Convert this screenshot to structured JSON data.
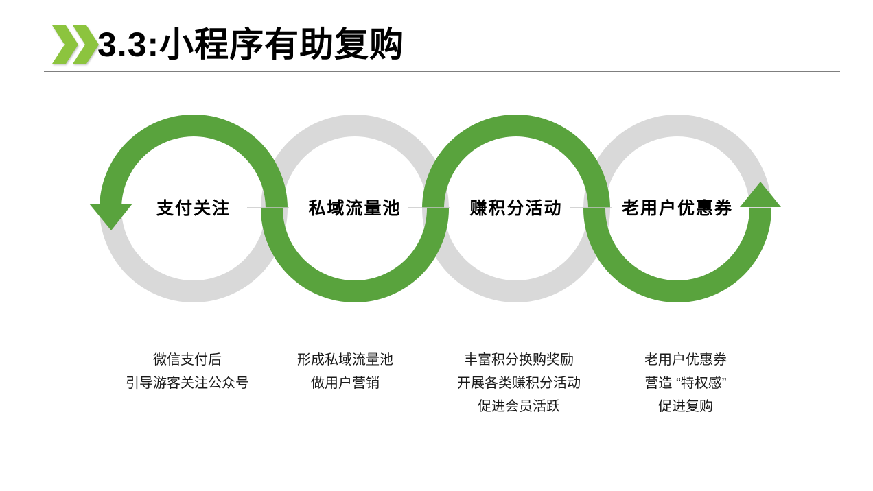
{
  "header": {
    "title": "3.3:小程序有助复购"
  },
  "colors": {
    "chevron_green": "#8CC43E",
    "ring_green": "#59A33D",
    "ring_gray": "#D9D9D9",
    "seam_gray": "#C6C6C6"
  },
  "steps": [
    {
      "label": "支付关注",
      "details": [
        "微信支付后",
        "引导游客关注公众号"
      ]
    },
    {
      "label": "私域流量池",
      "details": [
        "形成私域流量池",
        "做用户营销"
      ]
    },
    {
      "label": "赚积分活动",
      "details": [
        "丰富积分换购奖励",
        "开展各类赚积分活动",
        "促进会员活跃"
      ]
    },
    {
      "label": "老用户优惠券",
      "details": [
        "老用户优惠券",
        "营造 “特权感”",
        "促进复购"
      ]
    }
  ]
}
